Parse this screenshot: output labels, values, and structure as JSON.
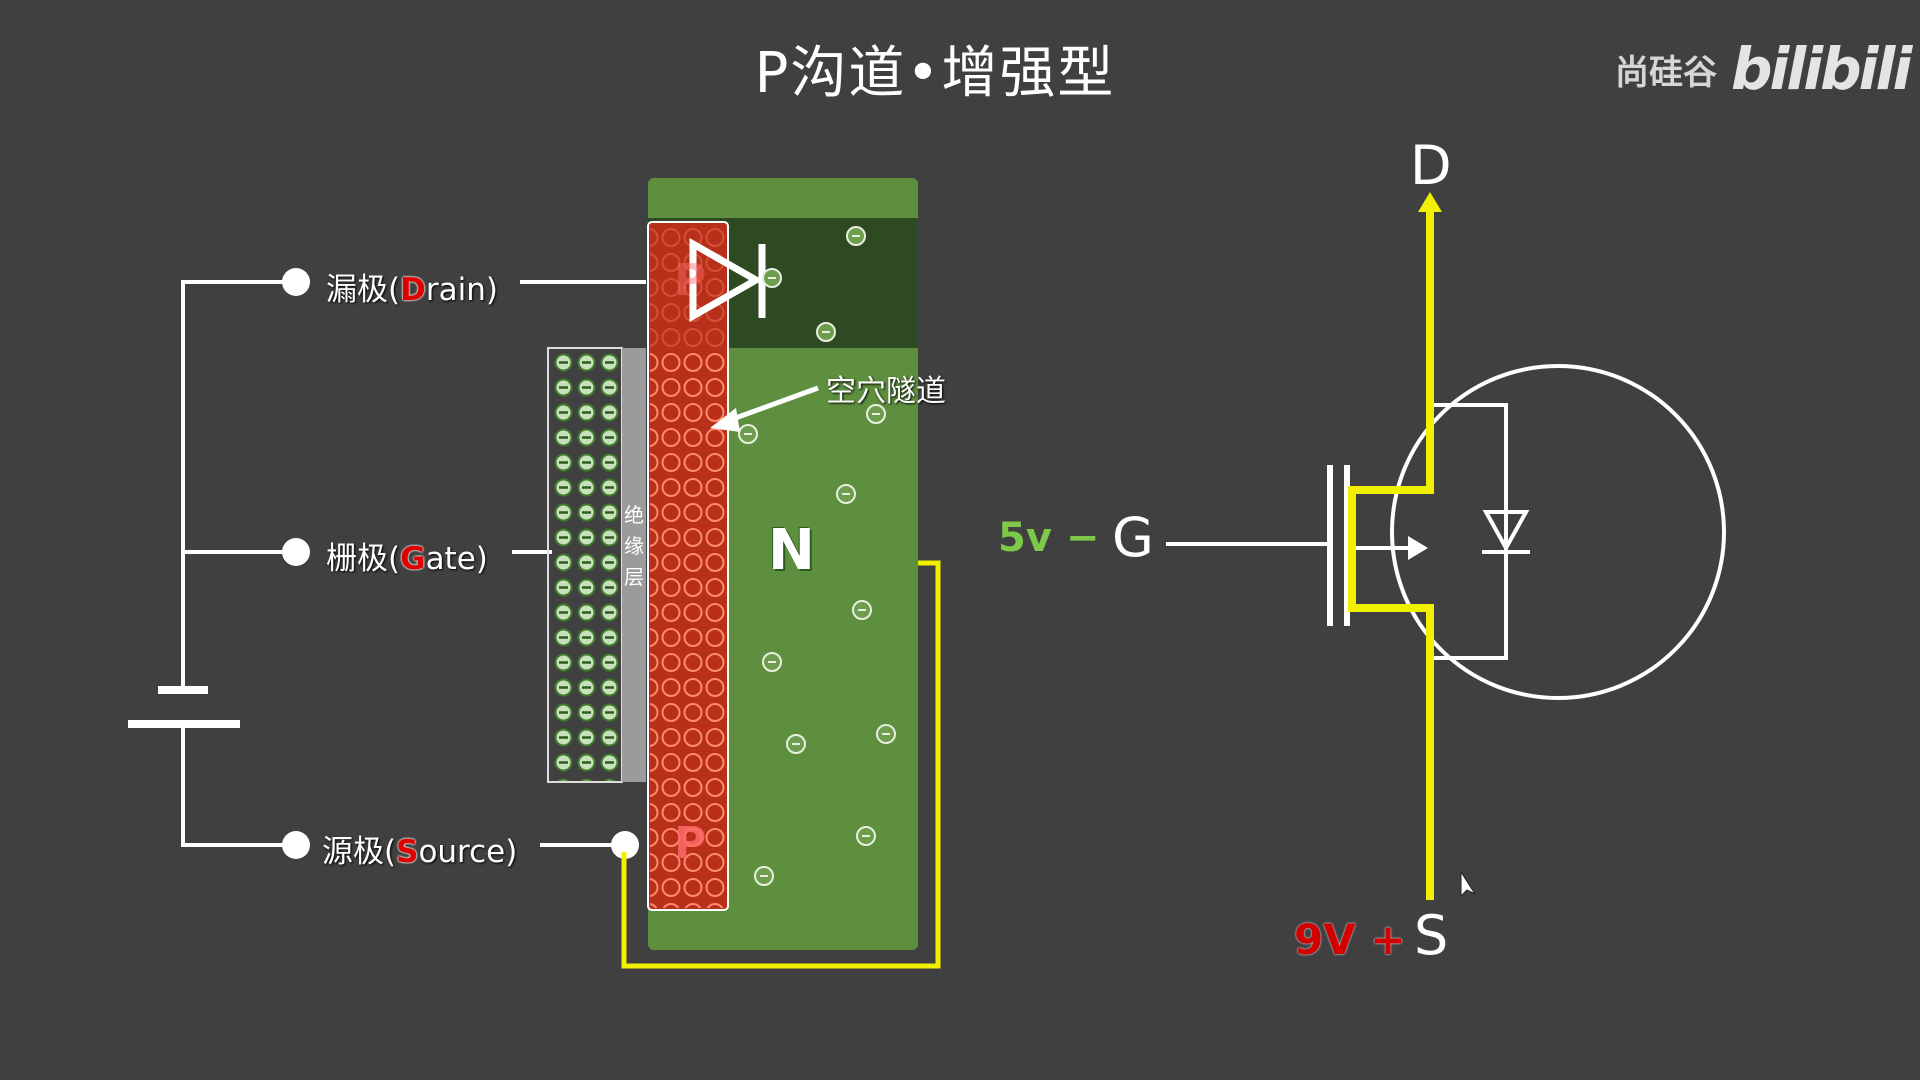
{
  "title": "P沟道•增强型",
  "brand": {
    "name": "尚硅谷",
    "logo": "bilibili"
  },
  "terminals_left": {
    "drain": {
      "prefix": "漏极(",
      "initial": "D",
      "rest": "rain)"
    },
    "gate": {
      "prefix": "栅极(",
      "initial": "G",
      "rest": "ate)"
    },
    "source": {
      "prefix": "源极(",
      "initial": "S",
      "rest": "ource)"
    }
  },
  "insulator_label": "绝缘层",
  "hole_channel_label": "空穴隧道",
  "substrate_label": "N",
  "source_region_label": "P",
  "drain_region_label": "P",
  "symbol": {
    "drain": "D",
    "gate": "G",
    "source": "S",
    "gate_voltage": "5v −",
    "source_voltage": "9V +"
  },
  "colors": {
    "background": "#404040",
    "n_substrate": "#5e8f3e",
    "p_region": "#b8301a",
    "current_path": "#f0f000",
    "wire": "#ffffff"
  }
}
